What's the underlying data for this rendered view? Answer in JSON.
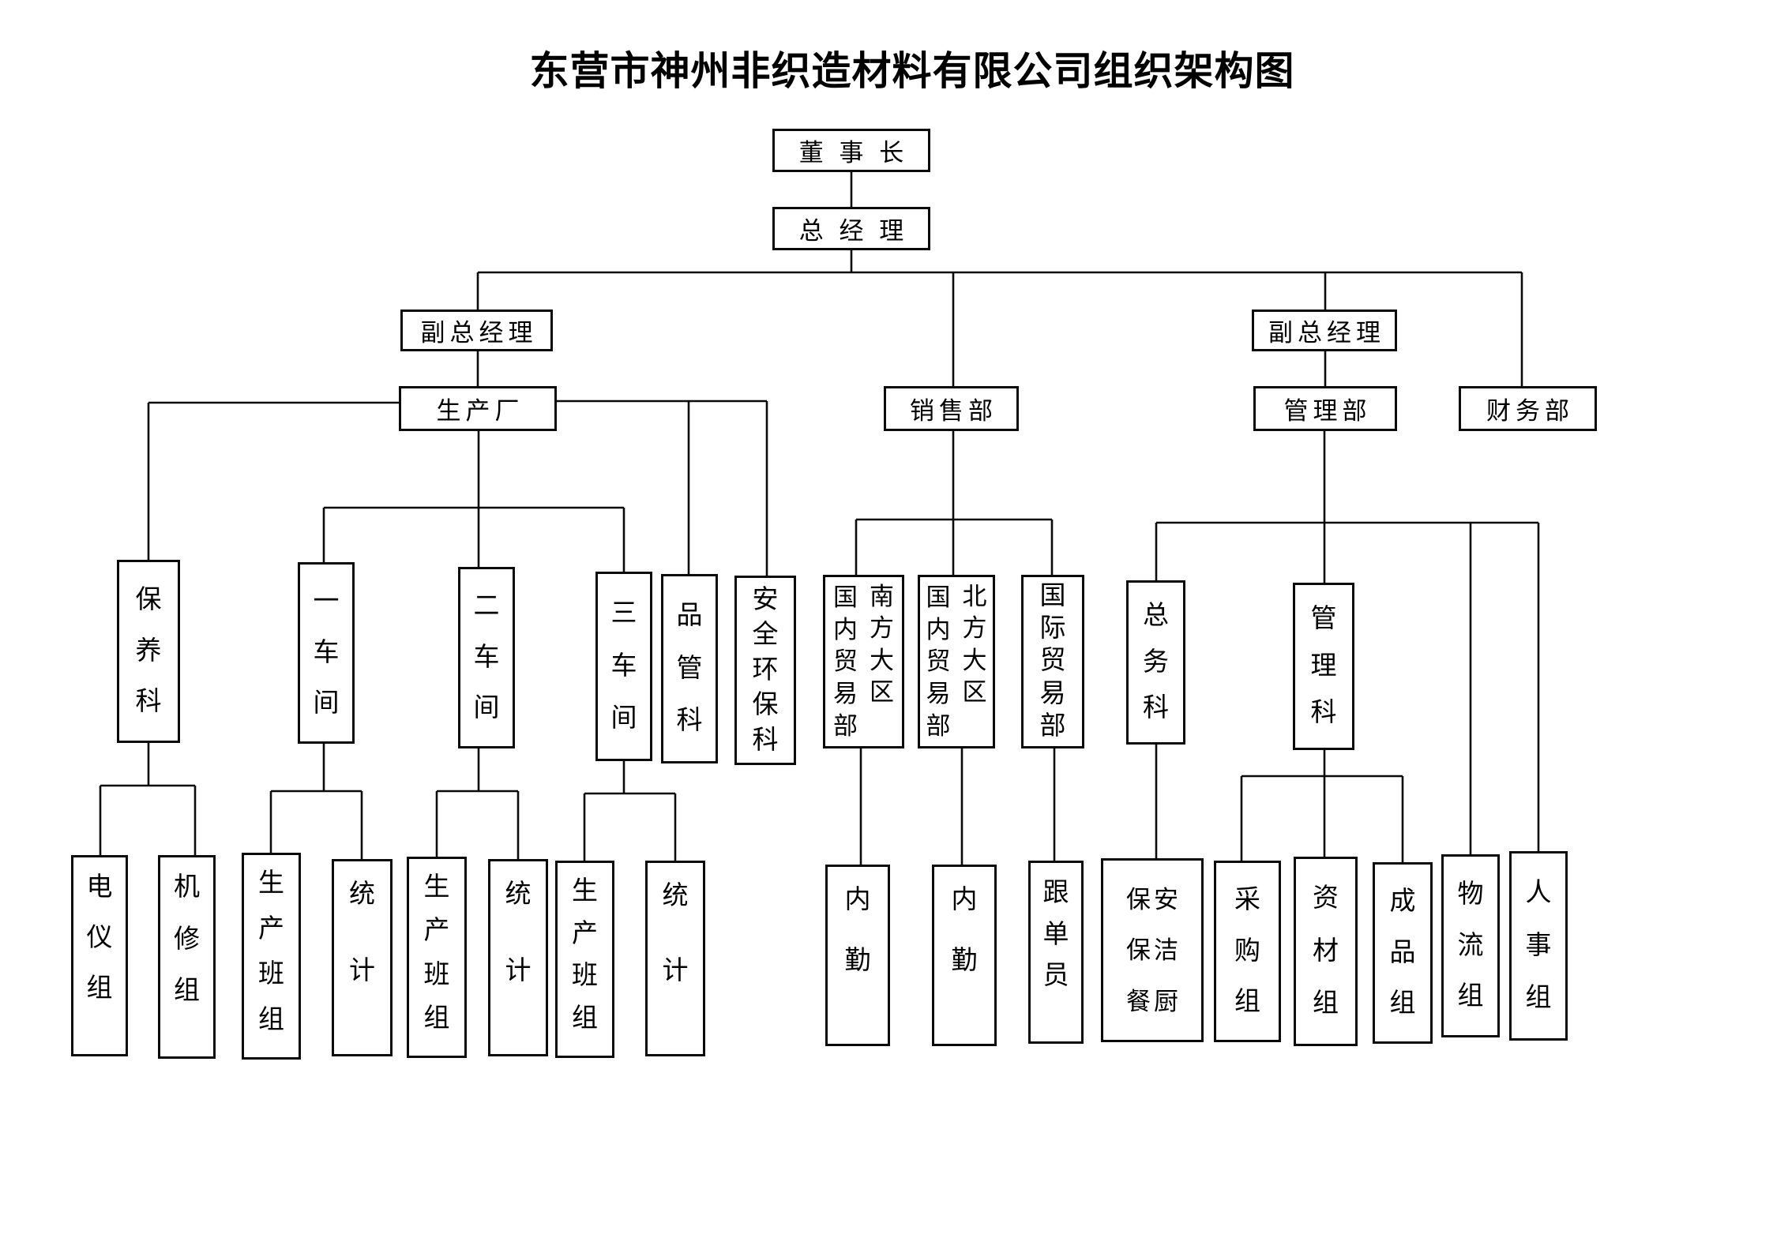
{
  "title": "东营市神州非织造材料有限公司组织架构图",
  "nodes": {
    "chairman": {
      "label": "董 事 长"
    },
    "general_manager": {
      "label": "总 经 理"
    },
    "deputy_gm_left": {
      "label": "副总经理"
    },
    "deputy_gm_right": {
      "label": "副总经理"
    },
    "production_plant": {
      "label": "生产厂"
    },
    "sales_dept": {
      "label": "销售部"
    },
    "management_dept": {
      "label": "管理部"
    },
    "finance_dept": {
      "label": "财务部"
    },
    "maintenance_section": {
      "label": "保养科"
    },
    "workshop_1": {
      "label": "一车间"
    },
    "workshop_2": {
      "label": "二车间"
    },
    "workshop_3": {
      "label": "三车间"
    },
    "quality_section": {
      "label": "品管科"
    },
    "safety_env_section": {
      "label": "安全环保科"
    },
    "domestic_trade_south": {
      "col_left": "国内贸易部",
      "col_right": "南方大区"
    },
    "domestic_trade_north": {
      "col_left": "国内贸易部",
      "col_right": "北方大区"
    },
    "intl_trade_dept": {
      "label": "国际贸易部"
    },
    "general_affairs_section": {
      "label": "总务科"
    },
    "management_section": {
      "label": "管理科"
    },
    "electrical_group": {
      "label": "电仪组"
    },
    "machine_repair_group": {
      "label": "机修组"
    },
    "production_team_1": {
      "label": "生产班组"
    },
    "statistics_1": {
      "label": "统计"
    },
    "production_team_2": {
      "label": "生产班组"
    },
    "statistics_2": {
      "label": "统计"
    },
    "production_team_3": {
      "label": "生产班组"
    },
    "statistics_3": {
      "label": "统计"
    },
    "office_clerk_1": {
      "label": "内勤"
    },
    "office_clerk_2": {
      "label": "内勤"
    },
    "order_follower": {
      "label": "跟单员"
    },
    "security_cleaning_catering": {
      "lines": [
        "保安",
        "保洁",
        "餐厨"
      ]
    },
    "purchasing_group": {
      "label": "采购组"
    },
    "materials_group": {
      "label": "资材组"
    },
    "finished_goods_group": {
      "label": "成品组"
    },
    "logistics_group": {
      "label": "物流组"
    },
    "hr_group": {
      "label": "人事组"
    }
  }
}
